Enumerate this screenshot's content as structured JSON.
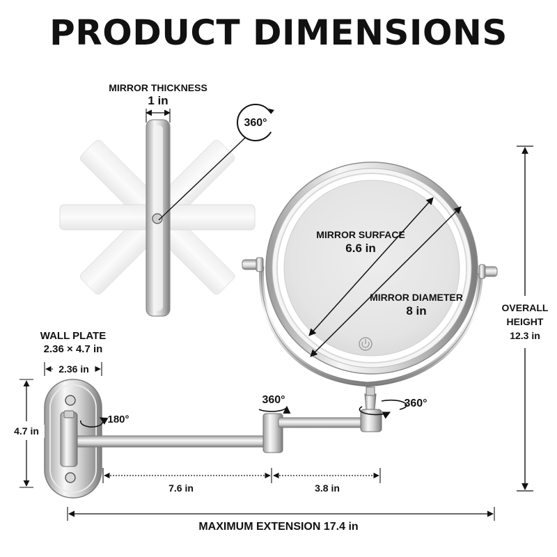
{
  "title": "PRODUCT DIMENSIONS",
  "labels": {
    "mirror_thickness": "MIRROR THICKNESS",
    "mirror_thickness_value": "1 in",
    "rotate_top": "360°",
    "mirror_surface": "MIRROR SURFACE",
    "mirror_surface_value": "6.6 in",
    "mirror_diameter": "MIRROR DIAMETER",
    "mirror_diameter_value": "8 in",
    "overall_height_line1": "OVERALL",
    "overall_height_line2": "HEIGHT",
    "overall_height_value": "12.3 in",
    "wall_plate": "WALL PLATE",
    "wall_plate_value": "2.36 × 4.7 in",
    "wall_plate_width": "2.36 in",
    "wall_plate_height": "4.7 in",
    "rotate_arm_pivot": "180°",
    "rotate_elbow": "360°",
    "rotate_base": "360°",
    "arm_length_1": "7.6 in",
    "arm_length_2": "3.8 in",
    "max_extension": "MAXIMUM EXTENSION 17.4 in"
  },
  "icons": {
    "rotation": "rotate-arrow-icon",
    "touch": "power-touch-icon"
  },
  "colors": {
    "chrome_light": "#f4f4f4",
    "chrome_dark": "#8a8a8a",
    "mirror_glow": "#e8e8e8",
    "line": "#111111"
  }
}
